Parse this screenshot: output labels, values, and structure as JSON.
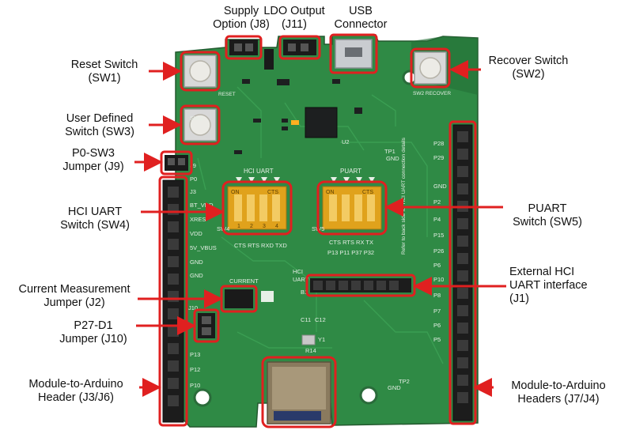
{
  "colors": {
    "pcb": "#2f8a45",
    "pcb_dark": "#246f37",
    "header": "#1c1c1c",
    "callout": "#e02020",
    "dip": "#e0a21c",
    "silk": "#e6efe6"
  },
  "labels": {
    "supply_option": [
      "Supply",
      "Option (J8)"
    ],
    "ldo_output": [
      "LDO Output",
      "(J11)"
    ],
    "usb_connector": [
      "USB",
      "Connector"
    ],
    "reset_switch": [
      "Reset Switch",
      "(SW1)"
    ],
    "recover_switch": [
      "Recover Switch",
      "(SW2)"
    ],
    "user_defined_switch": [
      "User Defined",
      "Switch (SW3)"
    ],
    "p0_sw3_jumper": [
      "P0-SW3",
      "Jumper (J9)"
    ],
    "hci_uart_switch": [
      "HCI UART",
      "Switch (SW4)"
    ],
    "puart_switch": [
      "PUART",
      "Switch (SW5)"
    ],
    "external_hci": [
      "External HCI",
      "UART interface",
      "(J1)"
    ],
    "current_jumper": [
      "Current Measurement",
      "Jumper (J2)"
    ],
    "p27_d1_jumper": [
      "P27-D1",
      "Jumper (J10)"
    ],
    "module_header_left": [
      "Module-to-Arduino",
      "Header (J3/J6)"
    ],
    "module_header_right": [
      "Module-to-Arduino",
      "Headers (J7/J4)"
    ]
  },
  "silkscreen": {
    "hci_uart": "HCI UART",
    "puart": "PUART",
    "on_1": "ON",
    "cts_1": "CTS",
    "on_2": "ON",
    "cts_2": "CTS",
    "dip_numbers": [
      "1",
      "2",
      "3",
      "4"
    ],
    "hci_pins": "CTS RTS RXD TXD",
    "puart_pins": "CTS RTS RX TX",
    "puart_ports": "P13 P11 P37 P32",
    "current": "CURRENT",
    "hci_uart_side": [
      "HCI",
      "UART"
    ],
    "reset": "RESET",
    "recover": "SW2 RECOVER",
    "tp1": "TP1",
    "tp2": "TP2",
    "gnd_1": "GND",
    "gnd_2": "GND",
    "left_pins": [
      "P0",
      "J3",
      "BT_VDD",
      "XRES",
      "VDD",
      "5V_VBUS",
      "GND",
      "GND"
    ],
    "left_lower_pins": [
      "P13",
      "P12",
      "P10"
    ],
    "right_pins": [
      "P28",
      "P29",
      "GND",
      "P2",
      "P4",
      "P15",
      "P26",
      "P6",
      "P10",
      "P8",
      "P7",
      "P6",
      "P5"
    ],
    "side_note": "Refer to back side for HCI UART connection details",
    "j_labels": [
      "J9",
      "J10",
      "C11",
      "C12",
      "Y1",
      "R14",
      "U2",
      "B1",
      "SW3",
      "SW4",
      "SW5"
    ]
  }
}
